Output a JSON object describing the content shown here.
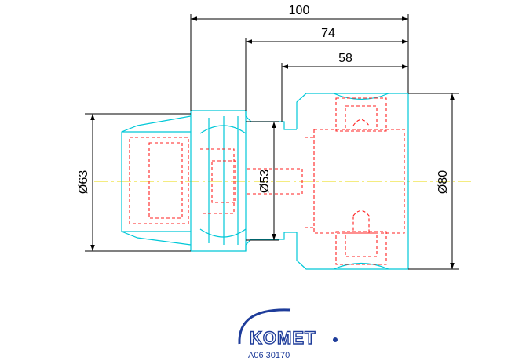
{
  "dimensions": {
    "length_overall": "100",
    "length_mid": "74",
    "length_body": "58",
    "diameter_shank": "Ø63",
    "diameter_mid": "Ø53",
    "diameter_body": "Ø80"
  },
  "logo": {
    "text": "KOMET"
  },
  "part_number": "A06 30170",
  "colors": {
    "outline": "#00c8d8",
    "hidden": "#ff2020",
    "dimension": "#000000",
    "centerline": "#e8d800",
    "brand": "#1e3c9a"
  }
}
